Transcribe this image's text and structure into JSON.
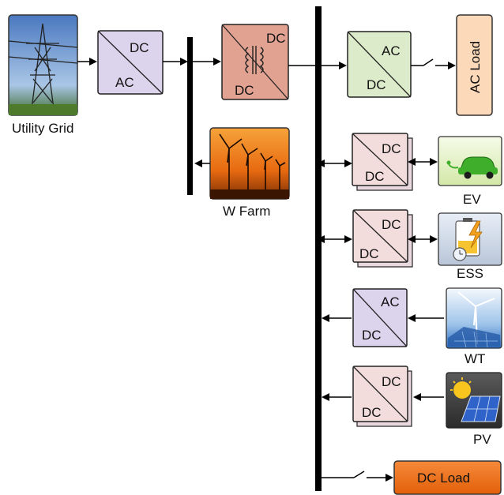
{
  "grid": {
    "caption": "Utility Grid"
  },
  "converter_grid": {
    "top": "DC",
    "bottom": "AC"
  },
  "transformer": {
    "top": "DC",
    "bottom": "DC"
  },
  "wind_farm": {
    "caption": "W Farm"
  },
  "converter_acload": {
    "top": "AC",
    "bottom": "DC"
  },
  "ac_load": {
    "label": "AC Load"
  },
  "converter_ev": {
    "top": "DC",
    "bottom": "DC"
  },
  "ev": {
    "caption": "EV"
  },
  "converter_ess": {
    "top": "DC",
    "bottom": "DC"
  },
  "ess": {
    "caption": "ESS"
  },
  "converter_wt": {
    "top": "AC",
    "bottom": "DC"
  },
  "wt": {
    "caption": "WT"
  },
  "converter_pv": {
    "top": "DC",
    "bottom": "DC"
  },
  "pv": {
    "caption": "PV"
  },
  "dc_load": {
    "label": "DC Load"
  },
  "colors": {
    "converter_lilac": "#dcd3ec",
    "converter_pink": "#f3dcdc",
    "converter_green": "#dcebc9",
    "transformer": "#e2a292",
    "ac_load": "#fbd9b9",
    "dc_load": "#ee6a12"
  }
}
